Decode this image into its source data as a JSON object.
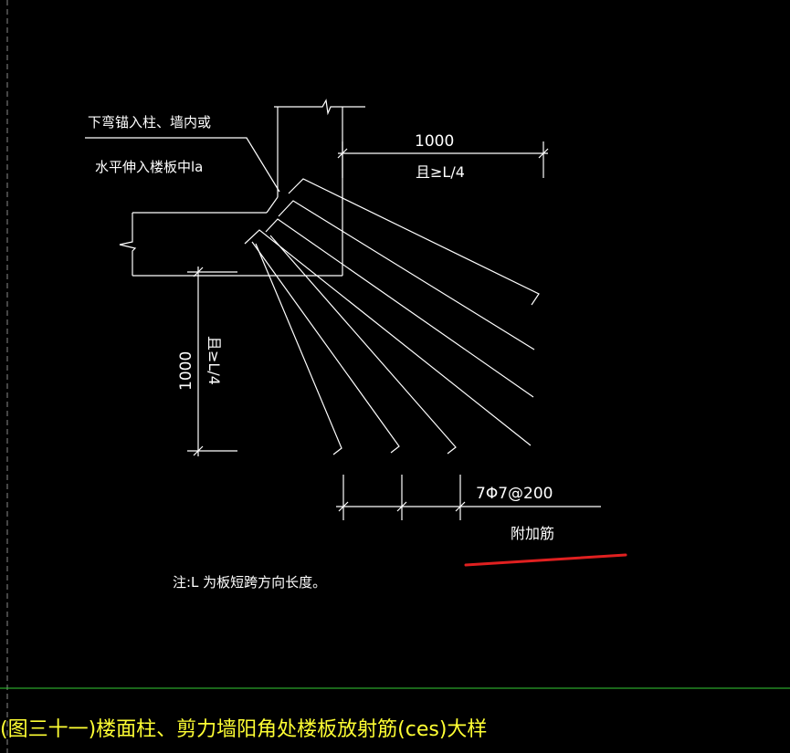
{
  "labels": {
    "note_line1": "下弯锚入柱、墙内或",
    "note_line2": "水平伸入楼板中la",
    "dim_horizontal_value": "1000",
    "dim_horizontal_cond": "且≥L/4",
    "dim_vertical_value": "1000",
    "dim_vertical_cond": "且≥L/4",
    "rebar_spec": "7Φ7@200",
    "rebar_name": "附加筋",
    "footnote": "注:L 为板短跨方向长度。",
    "title": "(图三十一)楼面柱、剪力墙阳角处楼板放射筋(ces)大样"
  },
  "colors": {
    "background": "#000000",
    "linework": "#ffffff",
    "title_text": "#ffff33",
    "divider": "#33cc33",
    "left_border": "#8a8a8a",
    "markup_underline": "#e02020"
  }
}
